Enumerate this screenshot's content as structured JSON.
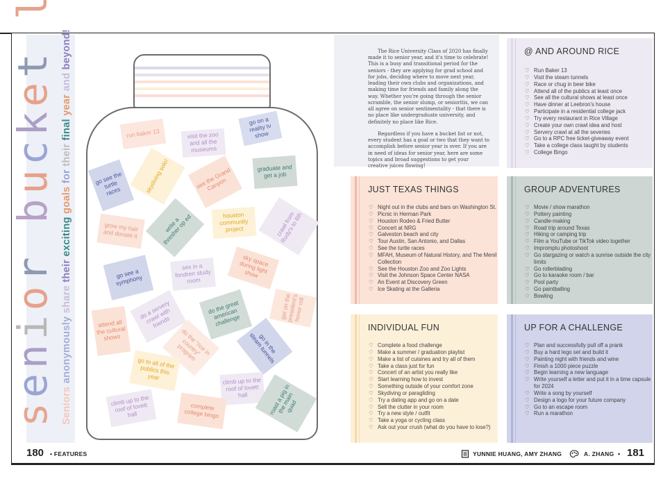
{
  "colors": {
    "pink": "#f8ddd2",
    "peach": "#fdf0d8",
    "sage": "#cbd5d1",
    "lavender": "#ebe6f2",
    "periwinkle": "#d0d4ea",
    "teal": "#3a8a86",
    "orange": "#e49a6c",
    "purple": "#8b7fbf"
  },
  "left_page": {
    "title_letters": [
      "s",
      "e",
      "n",
      "i",
      "o",
      "r",
      " ",
      "b",
      "u",
      "c",
      "k",
      "e",
      "t",
      " ",
      "l",
      "i",
      "s",
      "t"
    ],
    "subtitle_words": [
      "Seniors",
      " anonymously",
      " share",
      " their",
      " exciting",
      " goals",
      " for",
      " their",
      " final",
      " year",
      " and",
      " beyond!"
    ],
    "page_number": "180",
    "section_label": "• FEATURES"
  },
  "jar_notes": [
    "run baker 13",
    "visit the zoo and all the museums",
    "go on a reality tv show",
    "go see the turtle races",
    "skydiving solo!",
    "see the Grand Canyon",
    "graduate and get a job",
    "grow my hair and donate it",
    "write a thresher op ed",
    "houston community project",
    "crawl from Rudy's to 6th",
    "go see a symphony",
    "sex in a fondren study room",
    "sky space during light show",
    "attend all the cultural shows",
    "do a servery crawl with friends",
    "do the great american challenge",
    "get on the president's honor roll",
    "do the \"rice in country\" program",
    "go in the steam tunnels",
    "go to all of the publics this year",
    "climb up to the roof of lovett hall",
    "climb up to the roof of lovett hall",
    "complete college bingo",
    "roast a pig in the main quad"
  ],
  "intro_paragraphs": [
    "The Rice University Class of 2020 has finally made it to senior year, and it's time to celebrate! This is a busy and transitional period for the seniors - they are applying for grad school and for jobs, deciding where to move next year, leading their own clubs and organizations, and making time for friends and family along the way. Whether you're going through the senior scramble, the senior slump, or senioritis, we can all agree on senior sentimentality - that there is no place like undergraduate university, and definitely no place like Rice.",
    "Regardless if you have a bucket list or not, every student has a goal or two that they want to accomplish before senior year is over. If you are in need of ideas for senior year, here are some topics and broad suggestions to get your creative juices flowing!"
  ],
  "sections": [
    {
      "title": "@ AND AROUND RICE",
      "items": [
        "Run Baker 13",
        "Visit the steam tunnels",
        "Race or chug in beer bike",
        "Attend all of the publics at least once",
        "See all the cultural shows at least once",
        "Have dinner at Leebron's house",
        "Participate in a residential college jack",
        "Try every restaurant in Rice Village",
        "Create your own crawl idea and host",
        "Servery crawl at all the severies",
        "Go to a RPC free ticket-giveaway event",
        "Take a college class taught by students",
        "College Bingo"
      ]
    },
    {
      "title": "JUST TEXAS THINGS",
      "items": [
        "Night out in the clubs and bars on Washington St.",
        "Picnic in Herman Park",
        "Houston Rodeo & Fried Butter",
        "Concert at NRG",
        "Galveston beach and city",
        "Tour Austin, San Antonio, and Dallas",
        "See the turtle races",
        "MFAH, Museum of Natural History, and The Menil Collection",
        "See the Houston Zoo and Zoo Lights",
        "Visit the Johnson Space Center NASA",
        "An Event at Discovery Green",
        "Ice Skating at the Galleria"
      ]
    },
    {
      "title": "GROUP ADVENTURES",
      "items": [
        "Movie / show marathon",
        "Pottery painting",
        "Candle-making",
        "Road trip around Texas",
        "Hiking or camping trip",
        "Film a YouTube or TikTok video together",
        "Impromptu photoshoot",
        "Go stargazing or watch a sunrise outside the city limits",
        "Go rollerblading",
        "Go to karaoke room / bar",
        "Pool party",
        "Go paintballing",
        "Bowling"
      ]
    },
    {
      "title": "INDIVIDUAL FUN",
      "items": [
        "Complete a food challenge",
        "Make a summer / graduation playlist",
        "Make a list of cuisines and try all of them",
        "Take a class just for fun",
        "Concert of an artist you really like",
        "Start learning how to invest",
        "Something outside of your comfort zone",
        "Skydiving or paragliding",
        "Try a dating app and go on a date",
        "Sell the clutter in your room",
        "Try a new style / outfit",
        "Take a yoga or cycling class",
        "Ask out your crush (what do you have to lose?)"
      ]
    },
    {
      "title": "UP FOR A CHALLENGE",
      "items": [
        "Plan and successfully pull off a prank",
        "Buy a hard lego set and build it",
        "Painting night with friends and wine",
        "Finish a 1000 piece puzzle",
        "Begin learning a new language",
        "Write yourself a letter and put it in a time capsule for 2024",
        "Write a song by yourself",
        "Design a logo for your future company",
        "Go to an escape room",
        "Run a marathon"
      ]
    }
  ],
  "right_page": {
    "writers": "YUNNIE HUANG, AMY ZHANG",
    "designer": "A. ZHANG",
    "page_number": "181"
  }
}
